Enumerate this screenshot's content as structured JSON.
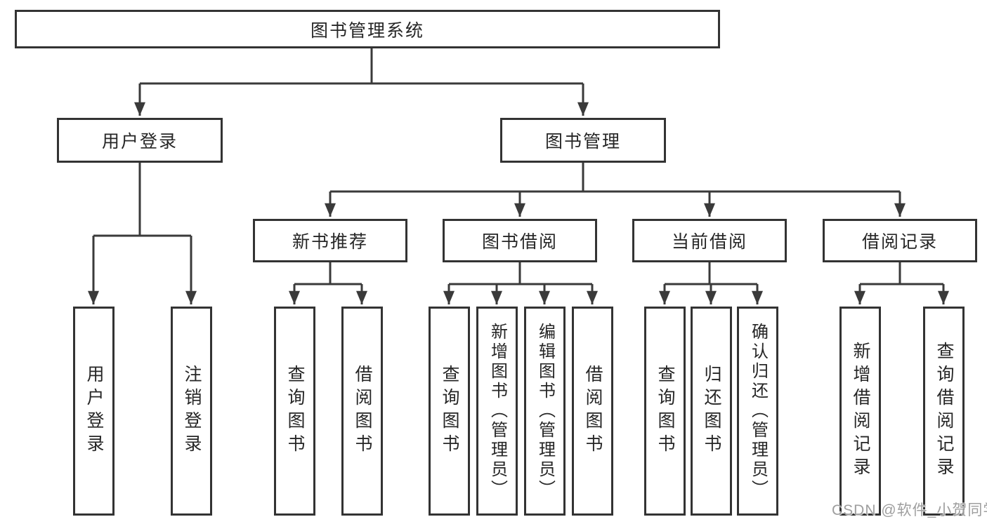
{
  "colors": {
    "line": "#3a3a3a",
    "box_border": "#333333",
    "box_fill": "#ffffff",
    "text": "#262626",
    "watermark": "#9e9e9e",
    "background": "#ffffff"
  },
  "tree": {
    "label": "图书管理系统",
    "children": [
      {
        "label": "用户登录",
        "children": [
          {
            "label": "用户登录"
          },
          {
            "label": "注销登录"
          }
        ]
      },
      {
        "label": "图书管理",
        "children": [
          {
            "label": "新书推荐",
            "children": [
              {
                "label": "查询图书"
              },
              {
                "label": "借阅图书"
              }
            ]
          },
          {
            "label": "图书借阅",
            "children": [
              {
                "label": "查询图书"
              },
              {
                "label": "新增图书（管理员）"
              },
              {
                "label": "编辑图书（管理员）"
              },
              {
                "label": "借阅图书"
              }
            ]
          },
          {
            "label": "当前借阅",
            "children": [
              {
                "label": "查询图书"
              },
              {
                "label": "归还图书"
              },
              {
                "label": "确认归还（管理员）"
              }
            ]
          },
          {
            "label": "借阅记录",
            "children": [
              {
                "label": "新增借阅记录"
              },
              {
                "label": "查询借阅记录"
              }
            ]
          }
        ]
      }
    ]
  },
  "watermark": {
    "text": "CSDN @软件_小贺同学"
  }
}
